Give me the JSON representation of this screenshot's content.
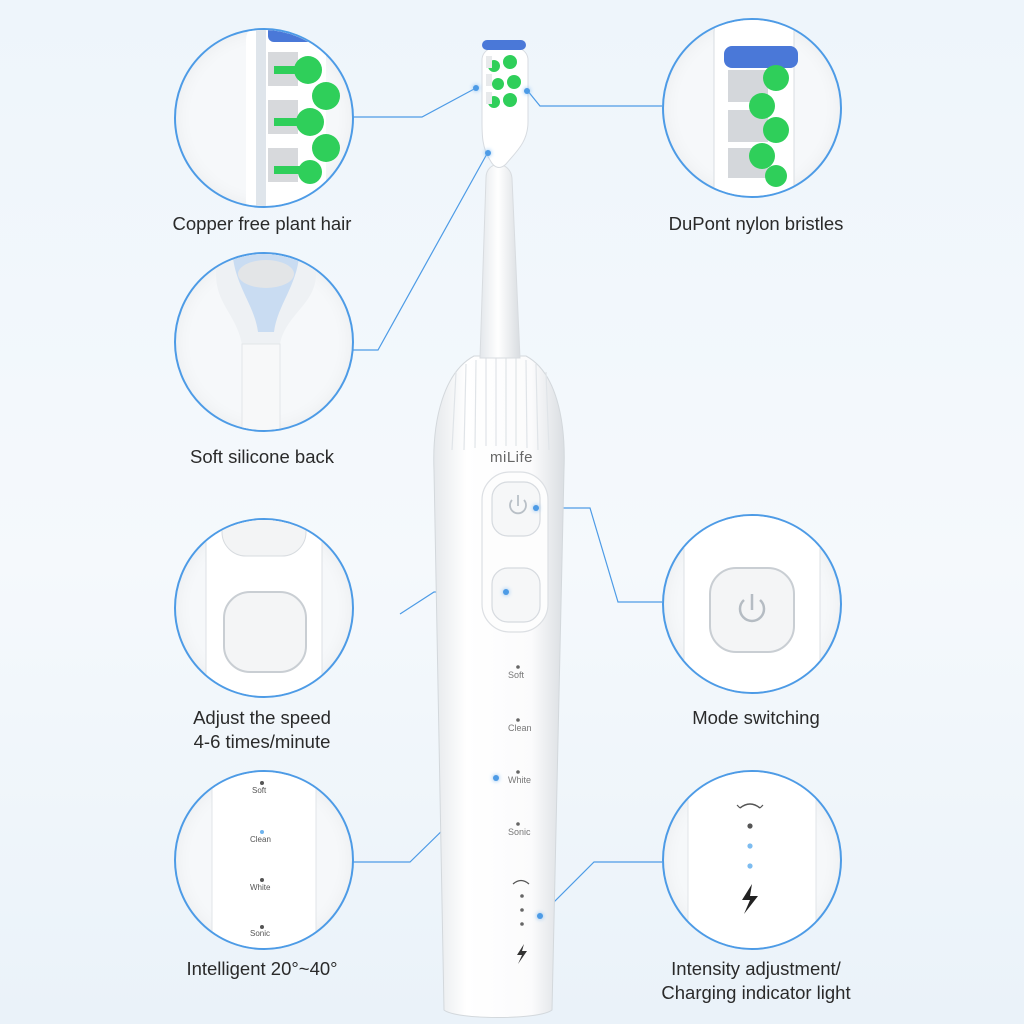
{
  "brand": "miLife",
  "captions": {
    "copper_free": "Copper free plant hair",
    "dupont": "DuPont nylon bristles",
    "silicone_back": "Soft silicone back",
    "adjust_speed_line1": "Adjust the speed",
    "adjust_speed_line2": "4-6 times/minute",
    "mode_switching": "Mode switching",
    "intelligent": "Intelligent 20°~40°",
    "intensity_line1": "Intensity adjustment/",
    "intensity_line2": "Charging indicator light"
  },
  "modes": [
    "Soft",
    "Clean",
    "White",
    "Sonic"
  ],
  "icons": [
    "power-icon",
    "lightning-icon",
    "curve-arrow-icon"
  ],
  "colors": {
    "accent": "#4d9be6",
    "bristle_green": "#2fcf5a",
    "bristle_blue": "#4a78d8"
  }
}
